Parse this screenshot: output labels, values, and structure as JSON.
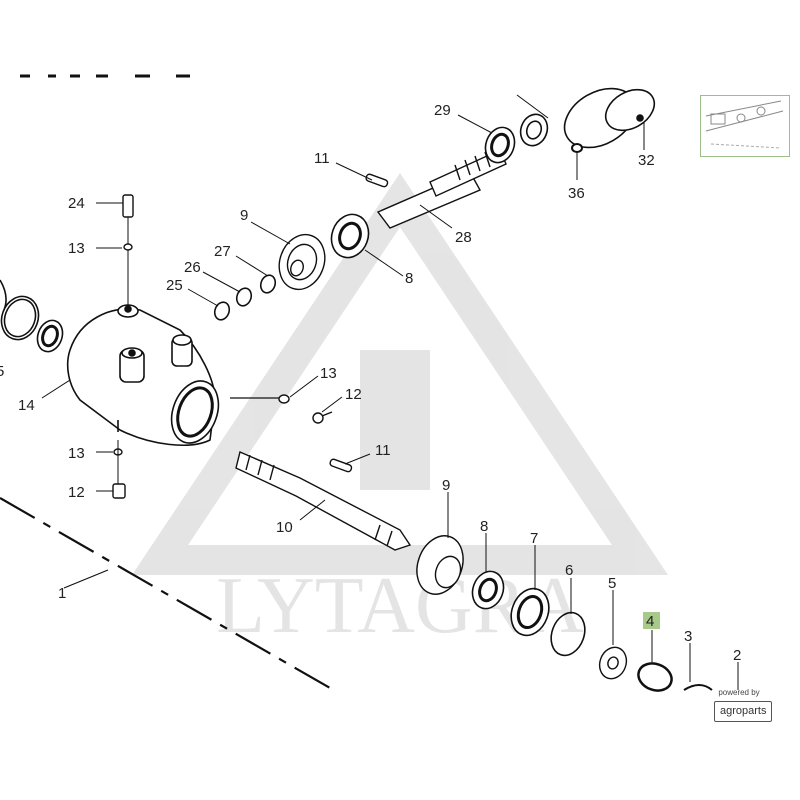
{
  "watermark": {
    "text": "LYTAGRA"
  },
  "branding": {
    "powered_by": "powered by",
    "name": "agroparts"
  },
  "highlight_color": "#a7c98a",
  "callouts": [
    {
      "id": "c29",
      "label": "29"
    },
    {
      "id": "c32",
      "label": "32"
    },
    {
      "id": "c11a",
      "label": "11"
    },
    {
      "id": "c36",
      "label": "36"
    },
    {
      "id": "c24",
      "label": "24"
    },
    {
      "id": "c9a",
      "label": "9"
    },
    {
      "id": "c28",
      "label": "28"
    },
    {
      "id": "c13a",
      "label": "13"
    },
    {
      "id": "c27",
      "label": "27"
    },
    {
      "id": "c26",
      "label": "26"
    },
    {
      "id": "c8a",
      "label": "8"
    },
    {
      "id": "c25",
      "label": "25"
    },
    {
      "id": "c14",
      "label": "14"
    },
    {
      "id": "c15",
      "label": "5"
    },
    {
      "id": "c13b",
      "label": "13"
    },
    {
      "id": "c12a",
      "label": "12"
    },
    {
      "id": "c13c",
      "label": "13"
    },
    {
      "id": "c11b",
      "label": "11"
    },
    {
      "id": "c12b",
      "label": "12"
    },
    {
      "id": "c9b",
      "label": "9"
    },
    {
      "id": "c10",
      "label": "10"
    },
    {
      "id": "c8b",
      "label": "8"
    },
    {
      "id": "c7",
      "label": "7"
    },
    {
      "id": "c6",
      "label": "6"
    },
    {
      "id": "c5",
      "label": "5"
    },
    {
      "id": "c4",
      "label": "4",
      "highlighted": true
    },
    {
      "id": "c3",
      "label": "3"
    },
    {
      "id": "c2",
      "label": "2"
    },
    {
      "id": "c1",
      "label": "1"
    }
  ]
}
